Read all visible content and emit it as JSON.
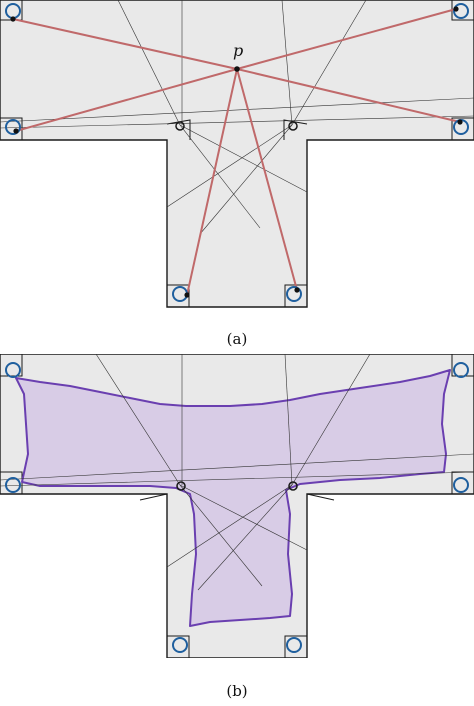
{
  "figure_a": {
    "caption": "(a)",
    "point_label": "p"
  },
  "figure_b": {
    "caption": "(b)"
  },
  "colors": {
    "room_fill": "#e9e9e9",
    "outline": "#1a1a1a",
    "guard_ring": "#1f5f9e",
    "sight_line": "#c0696a",
    "region_stroke": "#6a3fb0",
    "region_fill": "#d8cce6"
  }
}
